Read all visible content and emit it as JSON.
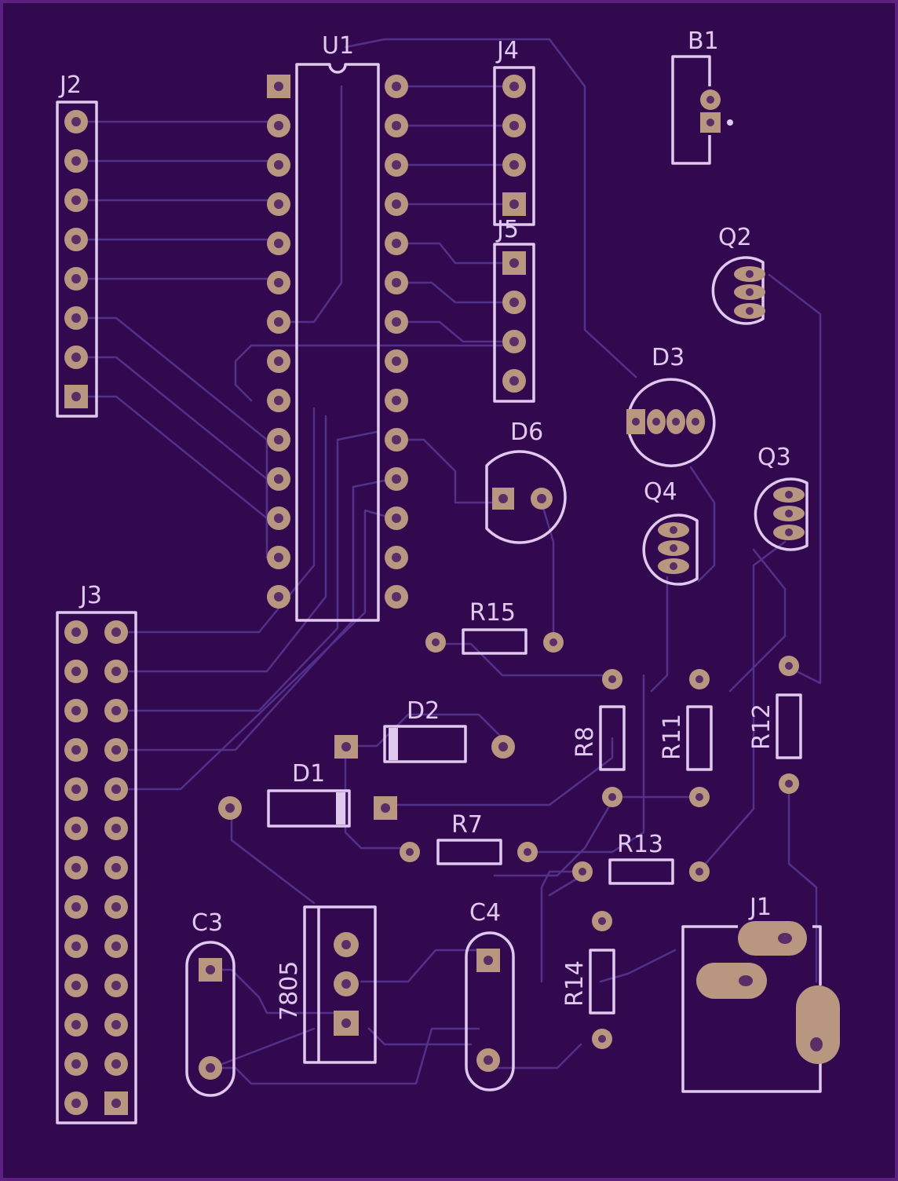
{
  "board": {
    "background": "#32094f",
    "edge": "#5b2080",
    "silk": "#e0c8ee",
    "copper": "#b89680",
    "trace": "#52318a"
  },
  "labels": {
    "u1": "U1",
    "j2": "J2",
    "j3": "J3",
    "j4": "J4",
    "j5": "J5",
    "b1": "B1",
    "q2": "Q2",
    "q3": "Q3",
    "q4": "Q4",
    "d1": "D1",
    "d2": "D2",
    "d3": "D3",
    "d6": "D6",
    "r7": "R7",
    "r8": "R8",
    "r11": "R11",
    "r12": "R12",
    "r13": "R13",
    "r14": "R14",
    "r15": "R15",
    "c3": "C3",
    "c4": "C4",
    "reg": "7805",
    "j1": "J1"
  }
}
